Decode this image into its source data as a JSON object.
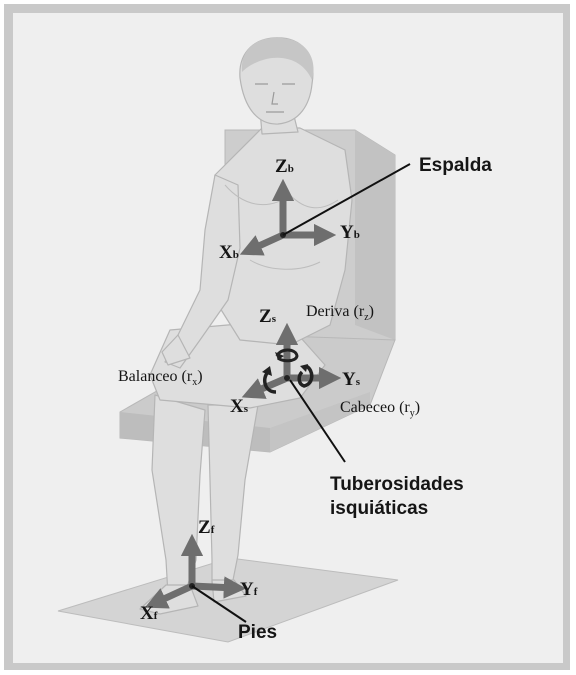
{
  "labels": {
    "espalda": "Espalda",
    "tuberosidades_line1": "Tuberosidades",
    "tuberosidades_line2": "isquiáticas",
    "pies": "Pies"
  },
  "axes": {
    "back": {
      "z": "Z",
      "z_sub": "b",
      "y": "Y",
      "y_sub": "b",
      "x": "X",
      "x_sub": "b"
    },
    "seat": {
      "z": "Z",
      "z_sub": "s",
      "y": "Y",
      "y_sub": "s",
      "x": "X",
      "x_sub": "s"
    },
    "feet": {
      "z": "Z",
      "z_sub": "f",
      "y": "Y",
      "y_sub": "f",
      "x": "X",
      "x_sub": "f"
    }
  },
  "rotations": {
    "deriva": {
      "text": "Deriva (r",
      "sub": "z",
      "close": ")"
    },
    "balanceo": {
      "text": "Balanceo (r",
      "sub": "x",
      "close": ")"
    },
    "cabeceo": {
      "text": "Cabeceo (r",
      "sub": "y",
      "close": ")"
    }
  },
  "colors": {
    "frame": "#c9c9c9",
    "panel": "#efefef",
    "body_fill": "#dcdcdc",
    "chair_fill": "#cdcdcd",
    "arrow": "#6e6e6e"
  }
}
